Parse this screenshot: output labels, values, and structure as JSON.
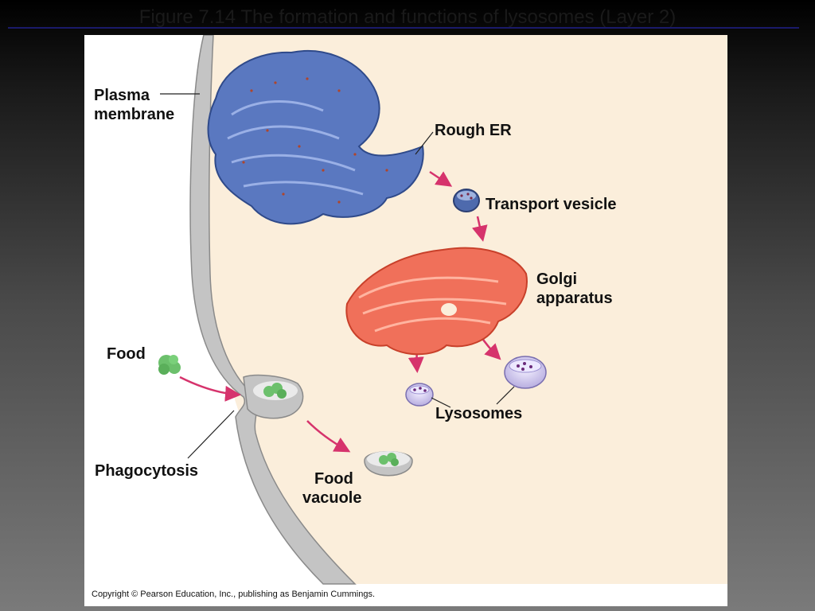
{
  "slide": {
    "title": "Figure 7.14  The formation and functions of lysosomes (Layer 2)"
  },
  "labels": {
    "plasma_membrane_1": "Plasma",
    "plasma_membrane_2": "membrane",
    "rough_er": "Rough ER",
    "transport_vesicle": "Transport vesicle",
    "golgi_1": "Golgi",
    "golgi_2": "apparatus",
    "food": "Food",
    "lysosomes": "Lysosomes",
    "phagocytosis": "Phagocytosis",
    "food_vacuole_1": "Food",
    "food_vacuole_2": "vacuole"
  },
  "copyright": "Copyright © Pearson Education, Inc., publishing as Benjamin Cummings.",
  "colors": {
    "cytoplasm": "#fbeedb",
    "membrane": "#bdbdbd",
    "rough_er": "#5a78c0",
    "golgi": "#f0705a",
    "food": "#6cc06c",
    "arrow": "#d6336c",
    "lysosome": "#c8c0e8"
  }
}
